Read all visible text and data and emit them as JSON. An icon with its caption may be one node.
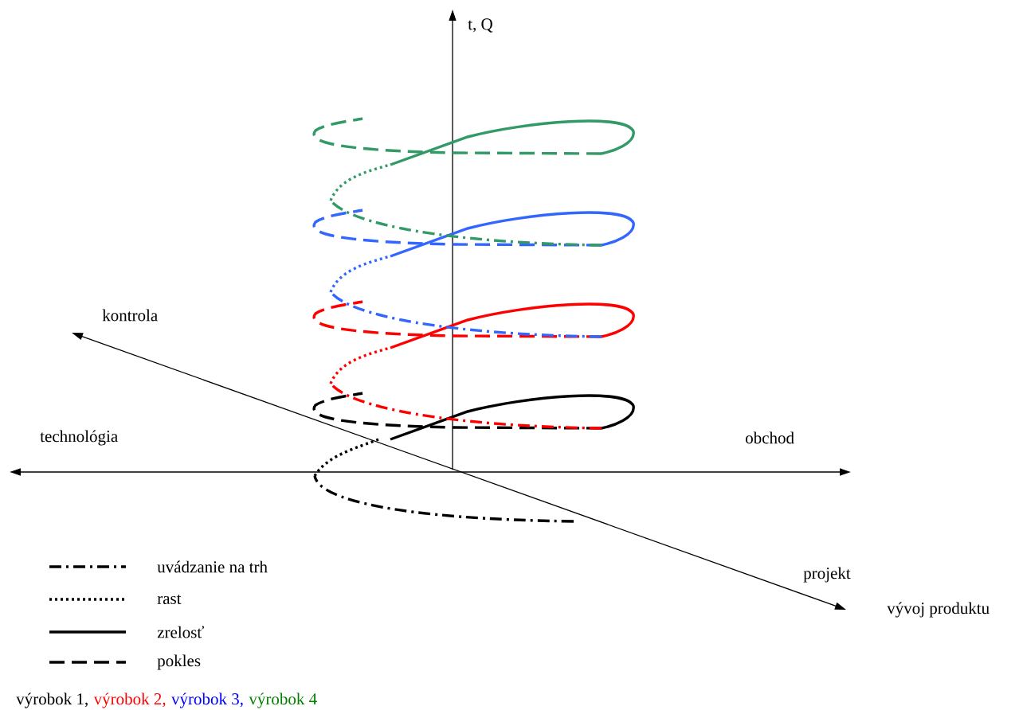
{
  "diagram": {
    "labels": [
      "t, Q",
      "kontrola",
      "technológia",
      "obchod",
      "projekt",
      "vývoj produktu"
    ],
    "legend": [
      {
        "text": "uvádzanie na trh"
      },
      {
        "text": "rast"
      },
      {
        "text": "zrelosť"
      },
      {
        "text": "pokles"
      },
      {
        "text": "výrobok 1,",
        "color": "#000000"
      },
      {
        "text": "výrobok 2,",
        "color": "#ff0000"
      },
      {
        "text": "výrobok 3,",
        "color": "#0000ff"
      },
      {
        "text": "výrobok 4",
        "color": "#008000"
      }
    ]
  }
}
